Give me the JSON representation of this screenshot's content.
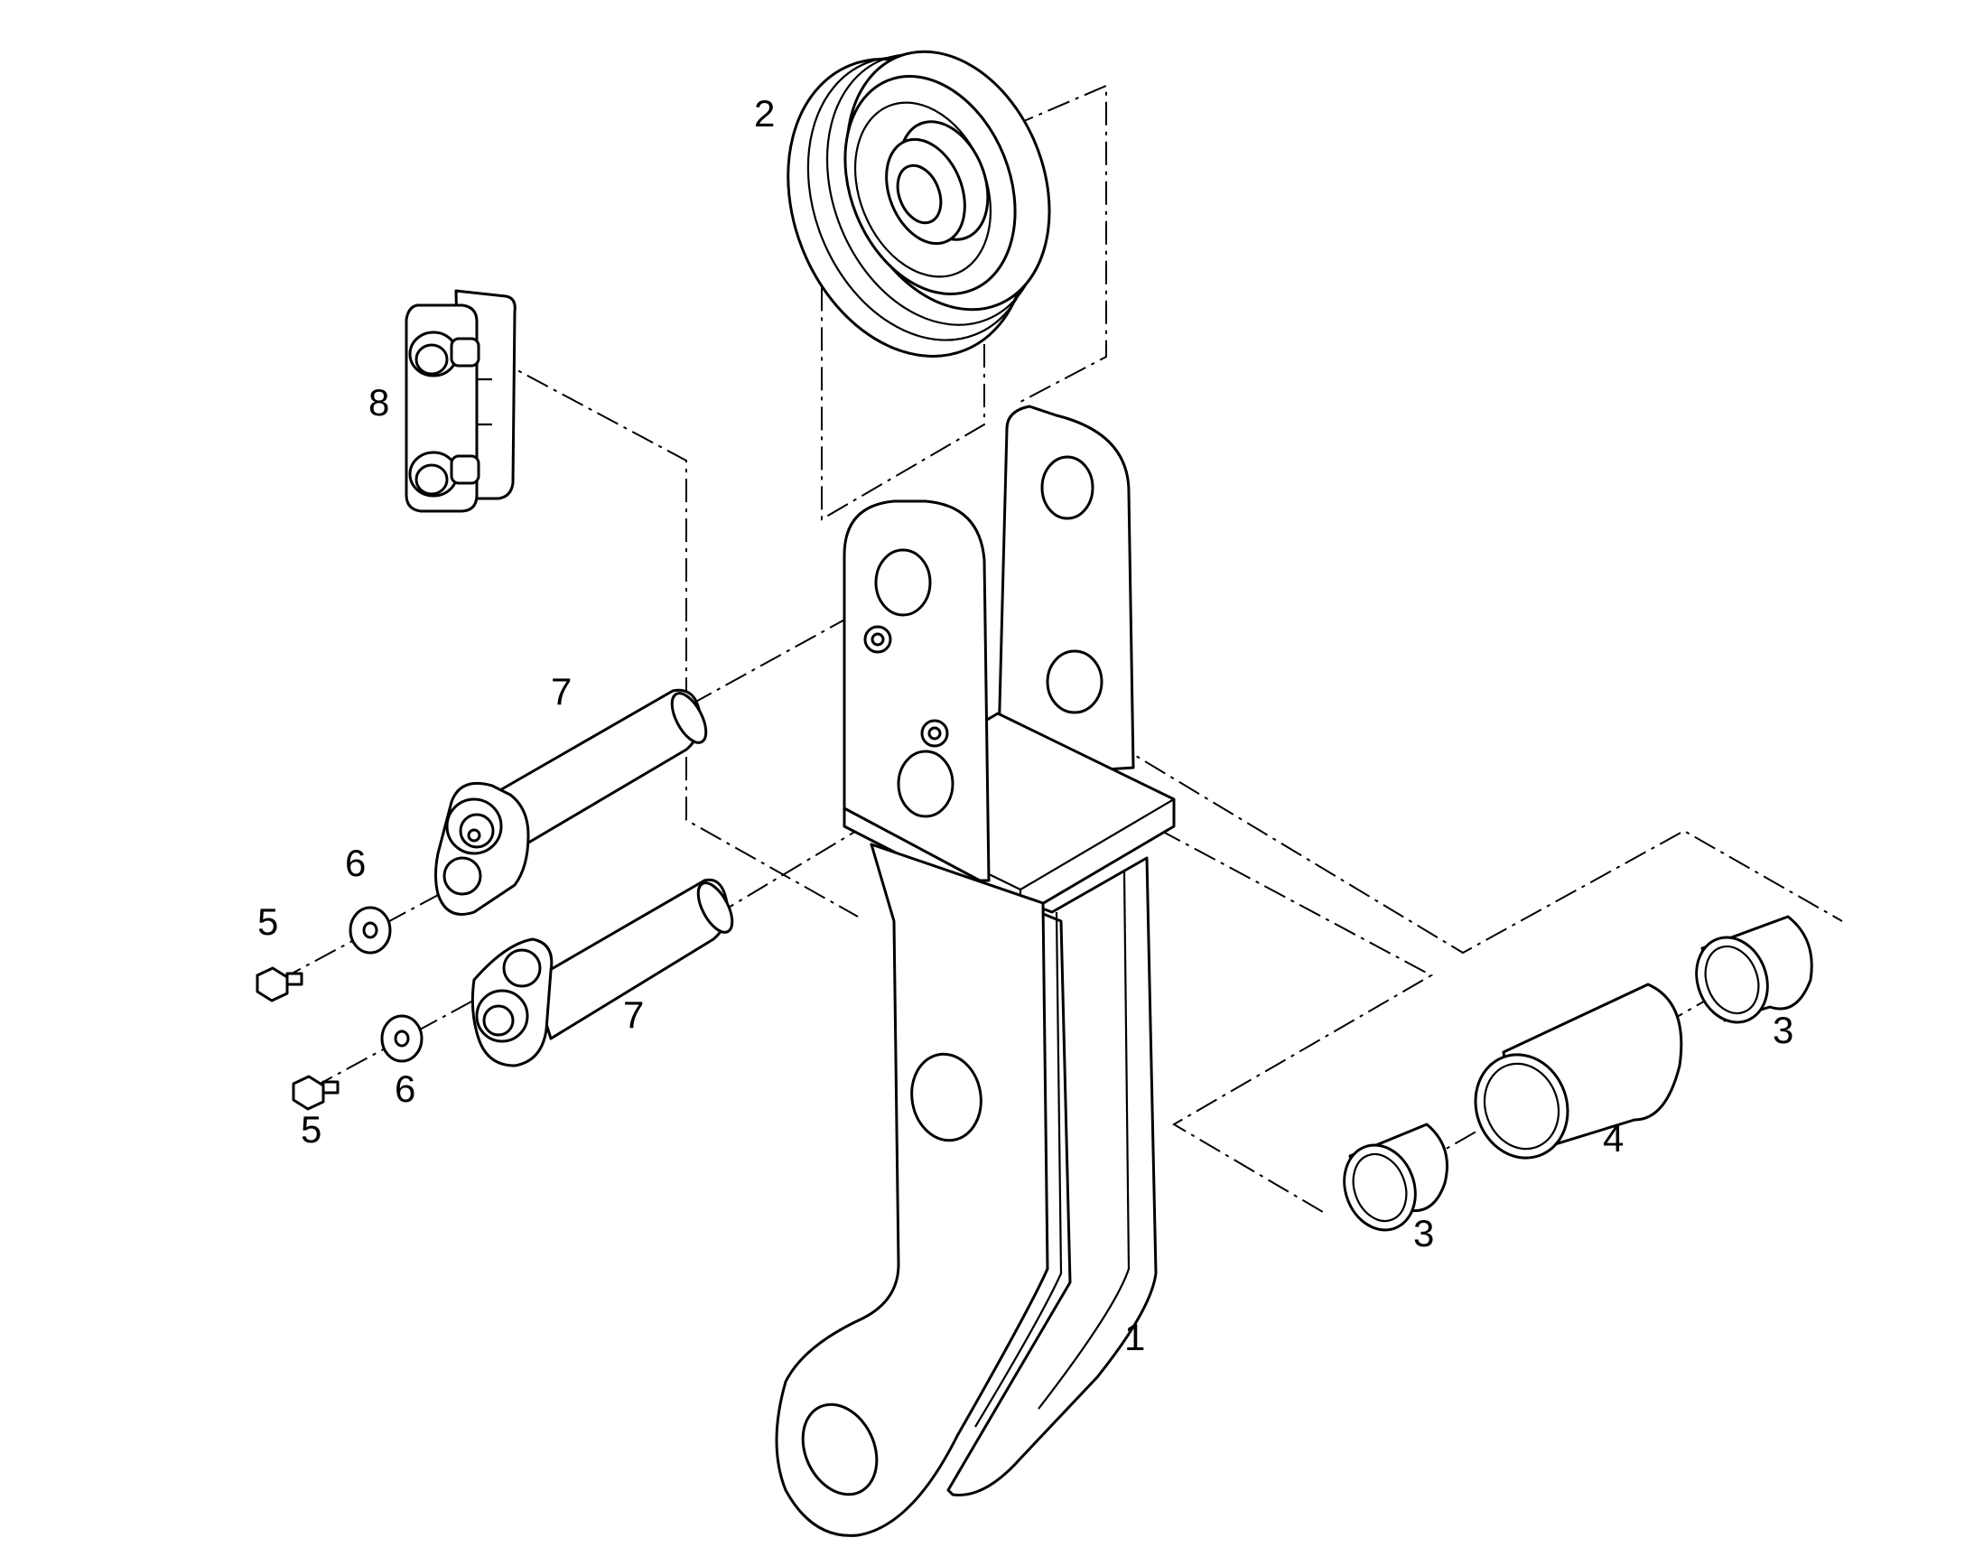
{
  "callouts": {
    "arm": "1",
    "pulley": "2",
    "bushing_front": "3",
    "bushing_rear": "3",
    "spacer_sleeve": "4",
    "bolt_upper": "5",
    "bolt_lower": "5",
    "washer_upper": "6",
    "washer_lower": "6",
    "pin_upper": "7",
    "pin_lower": "7",
    "lock_plate": "8"
  }
}
